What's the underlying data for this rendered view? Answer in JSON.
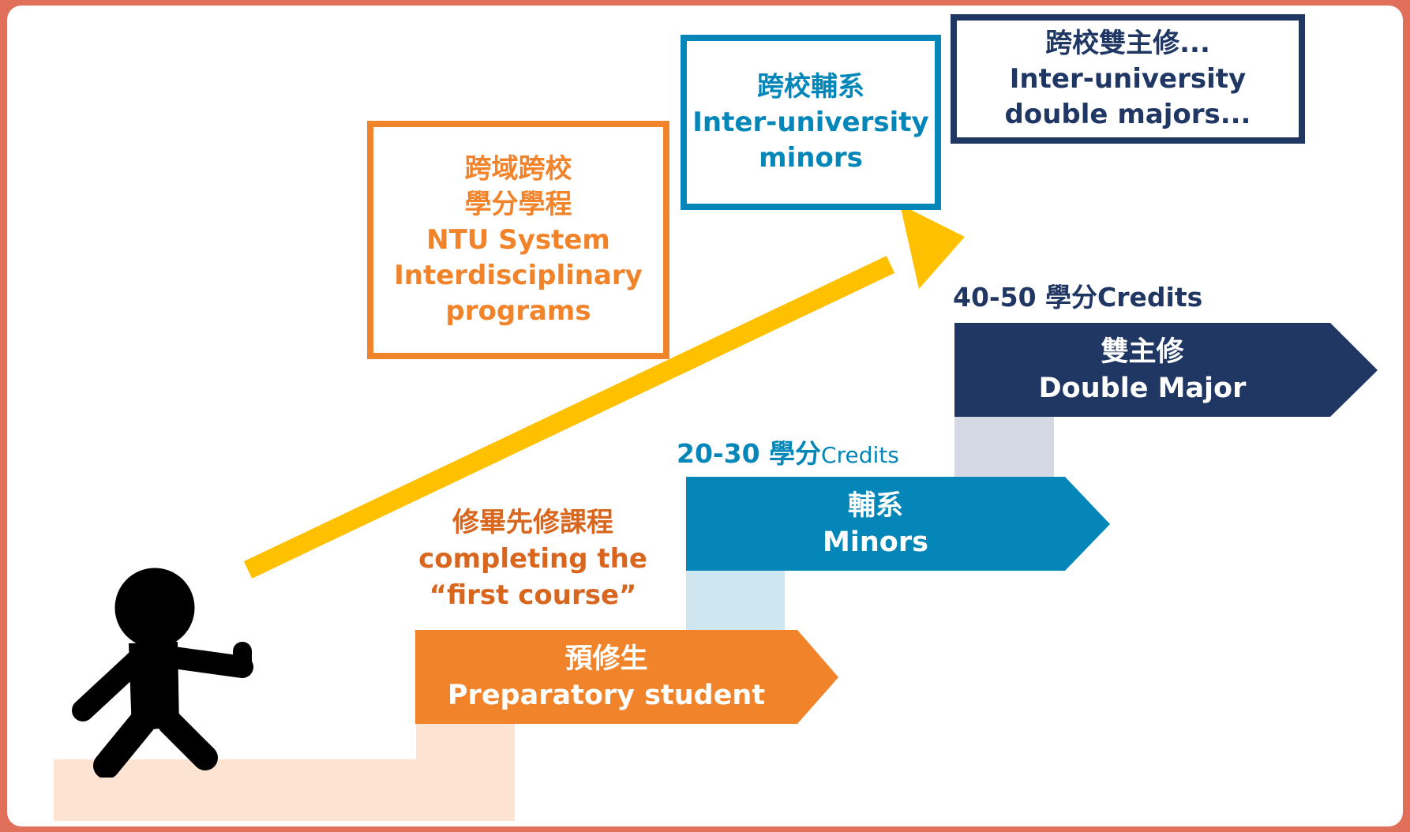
{
  "colors": {
    "background": "#E0705A",
    "orange": "#F1842B",
    "teal": "#0487B8",
    "navy": "#203764",
    "arrow_yellow": "#FFC000",
    "figure": "#000000"
  },
  "icons": {
    "figure": "walking-person-icon",
    "arrow": "upward-progress-arrow"
  },
  "boxes": {
    "interdisciplinary": {
      "line1": "跨域跨校",
      "line2": "學分學程",
      "line3": "NTU System",
      "line4": "Interdisciplinary",
      "line5": "programs"
    },
    "inter_minors": {
      "line1": "跨校輔系",
      "line2": "Inter-university",
      "line3": "minors"
    },
    "inter_double": {
      "line1": "跨校雙主修...",
      "line2": "Inter-university",
      "line3": "double majors..."
    }
  },
  "credits": {
    "high": {
      "main": "40-50 學分Credits"
    },
    "mid": {
      "main": "20-30 學分",
      "suffix": "Credits"
    }
  },
  "first_course": {
    "line1": "修畢先修課程",
    "line2": "completing the",
    "line3": "“first course”"
  },
  "steps": {
    "preparatory": {
      "zh": "預修生",
      "en": "Preparatory student"
    },
    "minors": {
      "zh": "輔系",
      "en": "Minors"
    },
    "double_major": {
      "zh": "雙主修",
      "en": "Double Major"
    }
  }
}
